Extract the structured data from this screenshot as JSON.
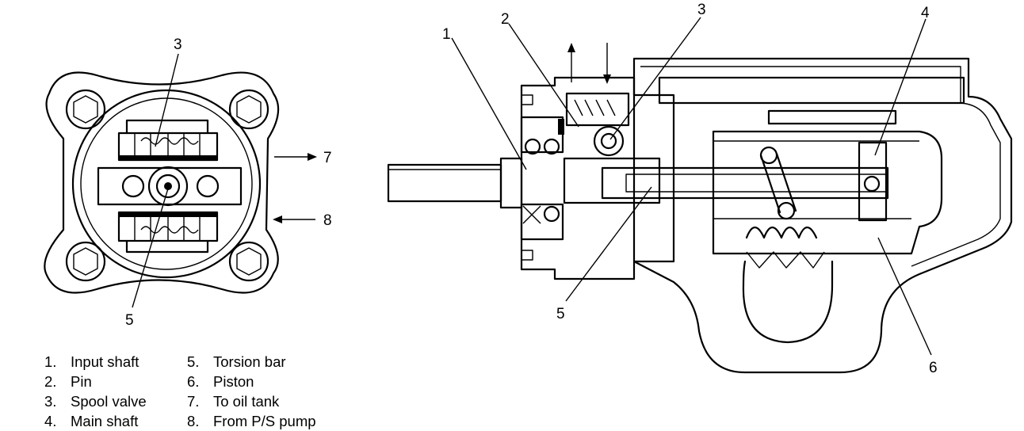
{
  "callouts": {
    "front_view": {
      "spool_valve": "3",
      "to_oil_tank": "7",
      "from_pump": "8",
      "torsion_bar": "5"
    },
    "section_view": {
      "input_shaft": "1",
      "pin": "2",
      "spool_valve": "3",
      "main_shaft": "4",
      "torsion_bar": "5",
      "piston": "6"
    }
  },
  "legend": {
    "col1": [
      {
        "num": "1.",
        "label": "Input shaft"
      },
      {
        "num": "2.",
        "label": "Pin"
      },
      {
        "num": "3.",
        "label": "Spool valve"
      },
      {
        "num": "4.",
        "label": "Main shaft"
      }
    ],
    "col2": [
      {
        "num": "5.",
        "label": "Torsion bar"
      },
      {
        "num": "6.",
        "label": "Piston"
      },
      {
        "num": "7.",
        "label": "To oil tank"
      },
      {
        "num": "8.",
        "label": "From P/S pump"
      }
    ]
  }
}
